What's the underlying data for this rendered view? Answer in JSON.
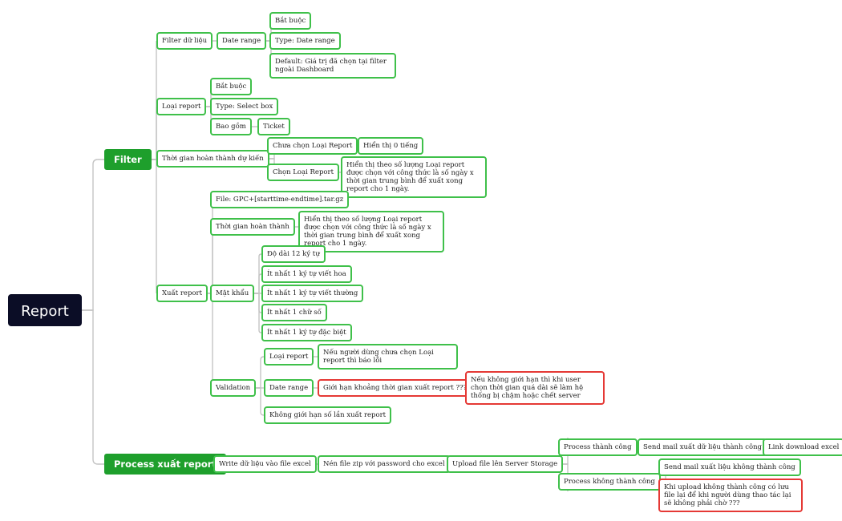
{
  "colors": {
    "root_bg": "#0b0d26",
    "branch_bg": "#1e9f2c",
    "node_border": "#3fc04a",
    "warning_border": "#e53935",
    "connector": "#c4c4c4"
  },
  "root": {
    "label": "Report"
  },
  "filter": {
    "label": "Filter",
    "filter_du_lieu": {
      "label": "Filter dữ liệu",
      "date_range": {
        "label": "Date range",
        "bat_buoc": "Bắt buộc",
        "type": "Type: Date range",
        "default": "Default: Giá trị đã chọn tại filter ngoài Dashboard"
      }
    },
    "loai_report": {
      "label": "Loại report",
      "bat_buoc": "Bắt buộc",
      "type": "Type: Select box",
      "bao_gom": {
        "label": "Bao gồm",
        "ticket": "Ticket"
      }
    },
    "thoi_gian": {
      "label": "Thời gian hoàn thành dự kiến",
      "chua_chon": {
        "label": "Chưa chọn Loại Report",
        "result": "Hiển thị 0 tiếng"
      },
      "chon": {
        "label": "Chọn Loại Report",
        "result": "Hiển thị theo số lượng Loại report được chọn với công thức là số ngày x thời gian trung bình để xuất xong report cho 1 ngày."
      }
    },
    "xuat_report": {
      "label": "Xuất report",
      "file": "File: GPC+[starttime-endtime].tar.gz",
      "thoi_gian_hoan_thanh": {
        "label": "Thời gian hoàn thành",
        "result": "Hiển thị theo số lượng Loại report được chọn với công thức là số ngày x thời gian trung bình để xuất xong report cho 1 ngày."
      },
      "mat_khau": {
        "label": "Mật khẩu",
        "rules": [
          "Độ dài 12 ký tự",
          "Ít nhất 1 ký tự viết hoa",
          "Ít nhất 1 ký tự viết thường",
          "Ít nhất 1 chữ số",
          "Ít nhất 1 ký tự đặc biệt"
        ]
      },
      "validation": {
        "label": "Validation",
        "loai_report": {
          "label": "Loại report",
          "result": "Nếu người dùng chưa chọn Loại report thì báo lỗi"
        },
        "date_range": {
          "label": "Date range",
          "limit": "Giới hạn khoảng thời gian xuất report ???",
          "note": "Nếu không giới hạn thì khi user chọn thời gian quá dài sẽ làm hệ thống bị chậm hoặc chết server"
        },
        "khong_gioi_han": "Không giới hạn số lần xuất report"
      }
    }
  },
  "process": {
    "label": "Process xuất report",
    "step1": "Write dữ liệu vào file excel",
    "step2": "Nén file zip với password cho excel",
    "step3": "Upload file lên Server Storage",
    "success": {
      "label": "Process thành công",
      "mail": "Send mail xuất dữ liệu thành công",
      "link": "Link download excel"
    },
    "fail": {
      "label": "Process không thành công",
      "mail": "Send mail xuất liệu không thành công",
      "question": "Khi upload không thành công có lưu file lại để khi người dùng thao tác lại sẽ không phải chờ ???"
    }
  }
}
